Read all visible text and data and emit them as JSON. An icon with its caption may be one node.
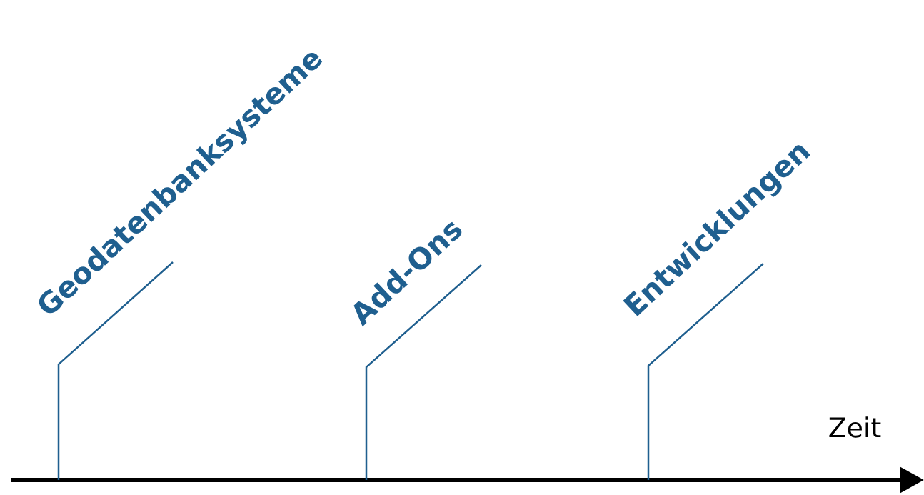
{
  "diagram": {
    "nodes": [
      {
        "text": [
          "Geodatenbanksysteme"
        ]
      },
      {
        "text": [
          "Add-Ons"
        ]
      },
      {
        "text": [
          "Entwicklungen"
        ]
      }
    ],
    "edges": [
      {
        "from": 0,
        "to": null,
        "arrow": "none"
      },
      {
        "from": 1,
        "to": null,
        "arrow": "none"
      },
      {
        "from": 2,
        "to": null,
        "arrow": "none"
      }
    ],
    "labels": [
      "Zeit"
    ]
  }
}
